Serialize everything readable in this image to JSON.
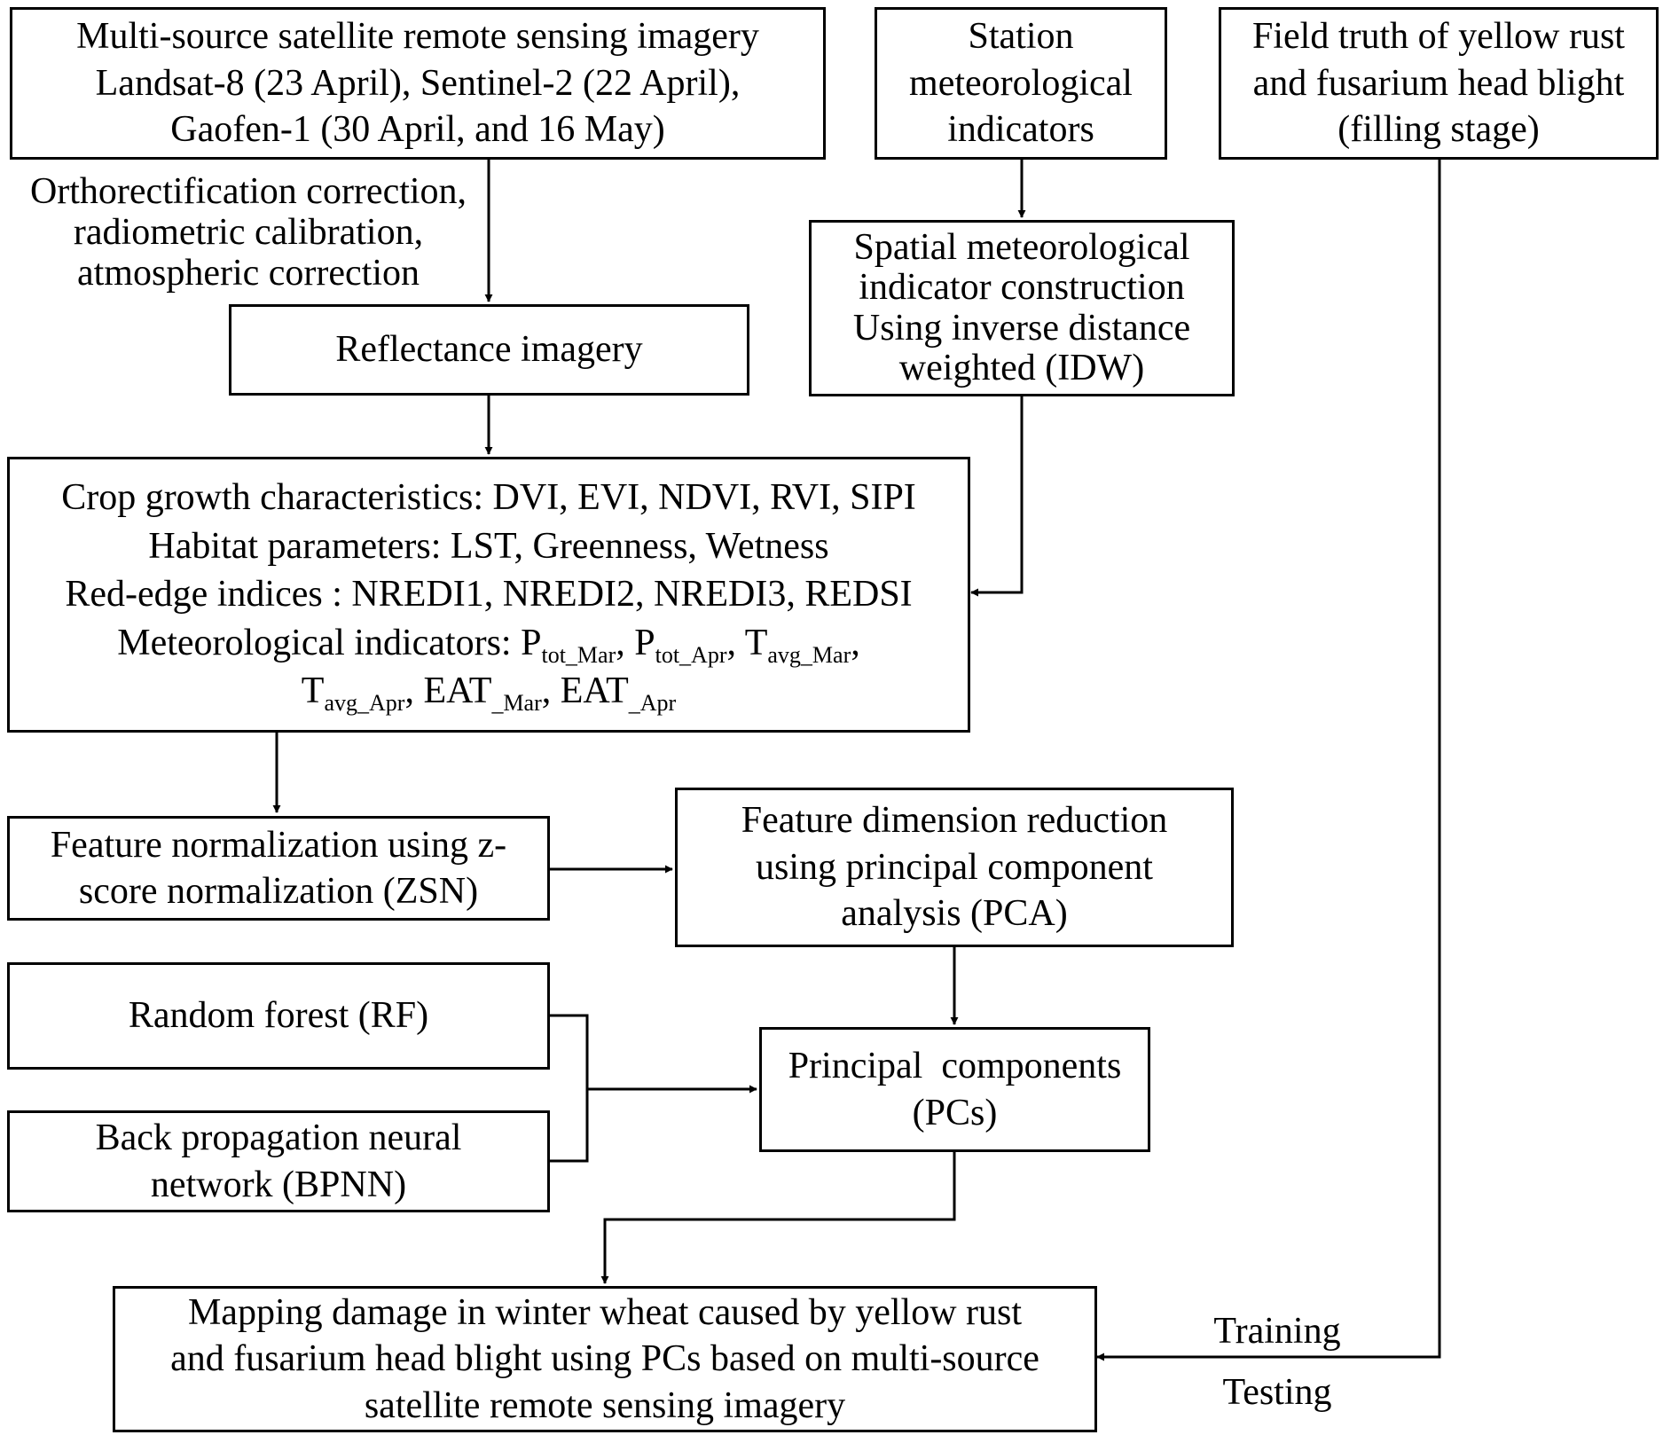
{
  "diagram": {
    "nodes": {
      "multi_source": {
        "lines": [
          "Multi-source satellite remote sensing imagery",
          "Landsat-8 (23 April), Sentinel-2 (22 April),",
          "Gaofen-1 (30 April, and 16 May)"
        ]
      },
      "station": {
        "lines": [
          "Station",
          "meteorological",
          "indicators"
        ]
      },
      "field_truth": {
        "lines": [
          "Field truth of yellow rust",
          "and fusarium head blight",
          "(filling stage)"
        ]
      },
      "reflectance": {
        "lines": [
          "Reflectance imagery"
        ]
      },
      "spatial_met": {
        "lines": [
          "Spatial meteorological",
          "indicator construction",
          "Using inverse distance",
          "weighted (IDW)"
        ]
      },
      "features": {
        "crop_growth": "Crop growth characteristics: DVI, EVI, NDVI, RVI, SIPI",
        "habitat": "Habitat parameters: LST, Greenness, Wetness",
        "red_edge": "Red-edge indices : NREDI1, NREDI2, NREDI3, REDSI",
        "met_prefix": "Meteorological indicators: ",
        "met_items": [
          {
            "base": "P",
            "sub": "tot_Mar",
            "sep": ", "
          },
          {
            "base": "P",
            "sub": "tot_Apr",
            "sep": ", "
          },
          {
            "base": "T",
            "sub": "avg_Mar",
            "sep": ","
          }
        ],
        "met_items_line2": [
          {
            "base": "T",
            "sub": "avg_Apr",
            "sep": ", "
          },
          {
            "base": "EAT",
            "sub": "_Mar",
            "sep": ", "
          },
          {
            "base": "EAT",
            "sub": "_Apr",
            "sep": ""
          }
        ]
      },
      "zsn": {
        "lines": [
          "Feature normalization using z-",
          "score normalization (ZSN)"
        ]
      },
      "pca": {
        "lines": [
          "Feature dimension reduction",
          "using principal component",
          "analysis (PCA)"
        ]
      },
      "rf": {
        "lines": [
          "Random forest (RF)"
        ]
      },
      "bpnn": {
        "lines": [
          "Back propagation neural",
          "network (BPNN)"
        ]
      },
      "pcs": {
        "lines": [
          "Principal  components",
          "(PCs)"
        ]
      },
      "mapping": {
        "lines": [
          "Mapping damage in winter wheat caused by yellow rust",
          "and fusarium head blight using PCs based on multi-source",
          "satellite remote sensing imagery"
        ]
      }
    },
    "edge_labels": {
      "preprocessing": [
        "Orthorectification correction,",
        "radiometric calibration,",
        "atmospheric correction"
      ],
      "training": "Training",
      "testing": "Testing"
    }
  }
}
